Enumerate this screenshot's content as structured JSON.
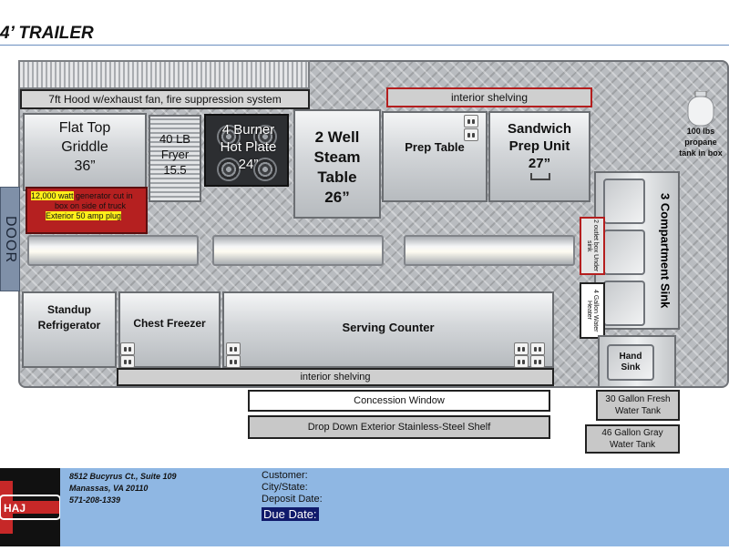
{
  "title": "4’ TRAILER",
  "door_label": "DOOR",
  "hood": {
    "label": "7ft Hood w/exhaust fan, fire suppression system"
  },
  "shelving_top": "interior shelving",
  "shelving_bottom": "interior shelving",
  "equipment": {
    "griddle": [
      "Flat Top",
      "Griddle",
      "36”"
    ],
    "fryer": [
      "40 LB",
      "Fryer",
      "15.5"
    ],
    "hot_plate": [
      "4 Burner",
      "Hot Plate",
      "24”"
    ],
    "steam_table": [
      "2 Well",
      "Steam Table",
      "26”"
    ],
    "prep_table": "Prep Table",
    "sandwich": [
      "Sandwich",
      "Prep Unit",
      "27”"
    ],
    "propane": [
      "100 lbs",
      "propane",
      "tank in box"
    ],
    "sink_3": "3 Compartment Sink",
    "outlet_box": "2 outlet box Under sink",
    "water_heater": "4 Gallon Water Heater",
    "hand_sink": [
      "Hand",
      "Sink"
    ],
    "fresh_tank": [
      "30 Gallon Fresh",
      "Water Tank"
    ],
    "gray_tank": [
      "46 Gallon Gray",
      "Water Tank"
    ],
    "refrigerator": [
      "Standup",
      "Refrigerator"
    ],
    "freezer": "Chest Freezer",
    "serving_counter": "Serving Counter"
  },
  "generator": {
    "highlight_1": "12,000 watt",
    "text_1": " generator cut in",
    "text_2": "box on side of truck",
    "highlight_2": "Exterior 50 amp plug"
  },
  "concession_window": "Concession Window",
  "drop_shelf": "Drop Down Exterior Stainless-Steel Shelf",
  "footer": {
    "logo_text": "HAJ",
    "address": [
      "8512 Bucyrus Ct., Suite 109",
      "Manassas, VA 20110",
      "571-208-1339"
    ],
    "customer_label": "Customer:",
    "city_label": "City/State:",
    "deposit_label": "Deposit Date:",
    "due_label": "Due Date:"
  },
  "colors": {
    "accent_red": "#b41e1e",
    "highlight_yellow": "#ffef1a",
    "footer_blue": "#8fb7e3",
    "due_navy": "#101a6b"
  }
}
